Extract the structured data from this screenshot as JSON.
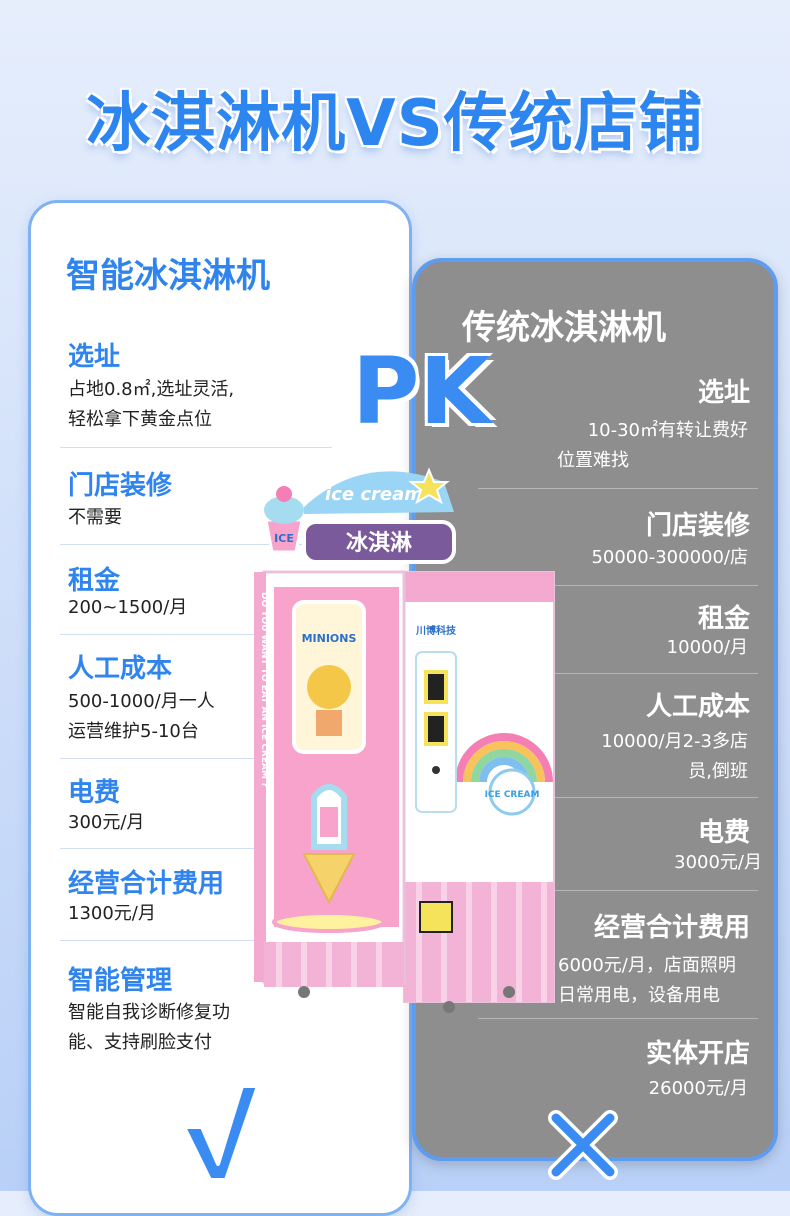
{
  "title": "冰淇淋机VS传统店铺",
  "pk": "PK",
  "left": {
    "title": "智能冰淇淋机",
    "items": [
      {
        "head": "选址",
        "lines": [
          "占地0.8㎡,选址灵活,",
          "轻松拿下黄金点位"
        ]
      },
      {
        "head": "门店装修",
        "lines": [
          "不需要"
        ]
      },
      {
        "head": "租金",
        "lines": [
          "200~1500/月"
        ]
      },
      {
        "head": "人工成本",
        "lines": [
          "500-1000/月一人",
          "运营维护5-10台"
        ]
      },
      {
        "head": "电费",
        "lines": [
          "300元/月"
        ]
      },
      {
        "head": "经营合计费用",
        "lines": [
          "1300元/月"
        ]
      },
      {
        "head": "智能管理",
        "lines": [
          "智能自我诊断修复功",
          "能、支持刷脸支付"
        ]
      }
    ]
  },
  "right": {
    "title": "传统冰淇淋机",
    "items": [
      {
        "head": "选址",
        "lines": [
          "10-30㎡有转让费好",
          "位置难找"
        ]
      },
      {
        "head": "门店装修",
        "lines": [
          "50000-300000/店"
        ]
      },
      {
        "head": "租金",
        "lines": [
          "10000/月"
        ]
      },
      {
        "head": "人工成本",
        "lines": [
          "10000/月2-3多店",
          "员,倒班"
        ]
      },
      {
        "head": "电费",
        "lines": [
          "3000元/月"
        ]
      },
      {
        "head": "经营合计费用",
        "lines": [
          "6000元/月，店面照明",
          "日常用电，设备用电"
        ]
      },
      {
        "head": "实体开店",
        "lines": [
          "26000元/月"
        ]
      }
    ]
  },
  "machine": {
    "sign_top": "ice cream",
    "sign_main": "冰淇淋",
    "badge_left": "ICE",
    "brand": "川博科技",
    "screen_top": "MINIONS",
    "side_panel": "ICE CREAM",
    "vertical_text": "DO YOU WANT TO EAT AN ICE CREAM ?"
  },
  "colors": {
    "accent": "#2f84ee",
    "pink": "#f6b9d8",
    "gray_panel": "#8e8e8e"
  },
  "icons": {
    "good": "check-icon",
    "bad": "cross-icon"
  }
}
